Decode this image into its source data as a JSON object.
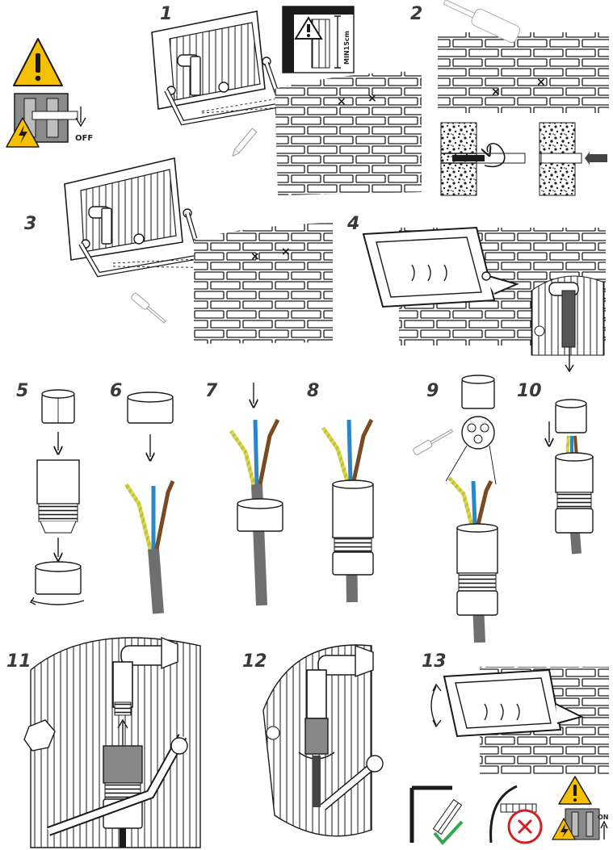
{
  "steps": [
    "1",
    "2",
    "3",
    "4",
    "5",
    "6",
    "7",
    "8",
    "9",
    "10",
    "11",
    "12",
    "13"
  ],
  "labels": {
    "off": "OFF",
    "on": "ON",
    "min_distance": "MIN15cm"
  },
  "colors": {
    "warning_yellow": "#f5c000",
    "check_green": "#2fa84f",
    "cross_red": "#d42020",
    "wire_blue": "#2a86c6",
    "wire_brown": "#7a4a22",
    "wire_green_yellow": "#b7c63a",
    "cable_gray": "#6f6f6f"
  },
  "icons": [
    "warning-icon",
    "high-voltage-icon",
    "switch-off-icon",
    "switch-on-icon",
    "check-icon",
    "cross-icon",
    "rotate-icon",
    "arrow-down-icon"
  ]
}
